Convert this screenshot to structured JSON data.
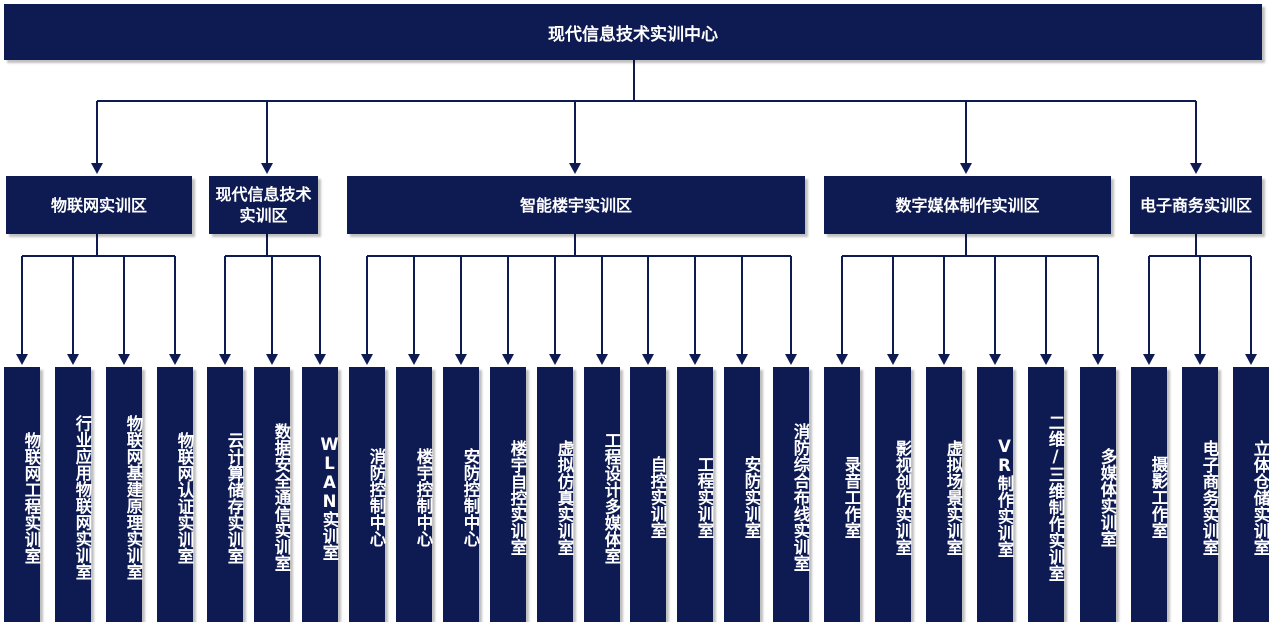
{
  "root": {
    "label": "现代信息技术实训中心"
  },
  "areas": [
    {
      "label": "物联网实训区",
      "rooms": [
        "物联网工程实训室",
        "行业应用物联网实训室",
        "物联网基建原理实训室",
        "物联网认证实训室"
      ]
    },
    {
      "label": "现代信息技术实训区",
      "rooms": [
        "云计算储存实训室",
        "数据安全通信实训室",
        "WLAN实训室"
      ]
    },
    {
      "label": "智能楼宇实训区",
      "rooms": [
        "消防控制中心",
        "楼宇控制中心",
        "安防控制中心",
        "楼宇自控实训室",
        "虚拟仿真实训室",
        "工程设计多媒体室",
        "自控实训室",
        "工程实训室",
        "安防实训室",
        "消防综合布线实训室"
      ]
    },
    {
      "label": "数字媒体制作实训区",
      "rooms": [
        "录音工作室",
        "影视创作实训室",
        "虚拟场景实训室",
        "VR制作实训室",
        "二维/三维制作实训室",
        "多媒体实训室"
      ]
    },
    {
      "label": "电子商务实训区",
      "rooms": [
        "摄影工作室",
        "电子商务实训室",
        "立体仓储实训室"
      ]
    }
  ],
  "colors": {
    "box": "#0e1a52",
    "line": "#0e1a52",
    "text": "#ffffff"
  }
}
